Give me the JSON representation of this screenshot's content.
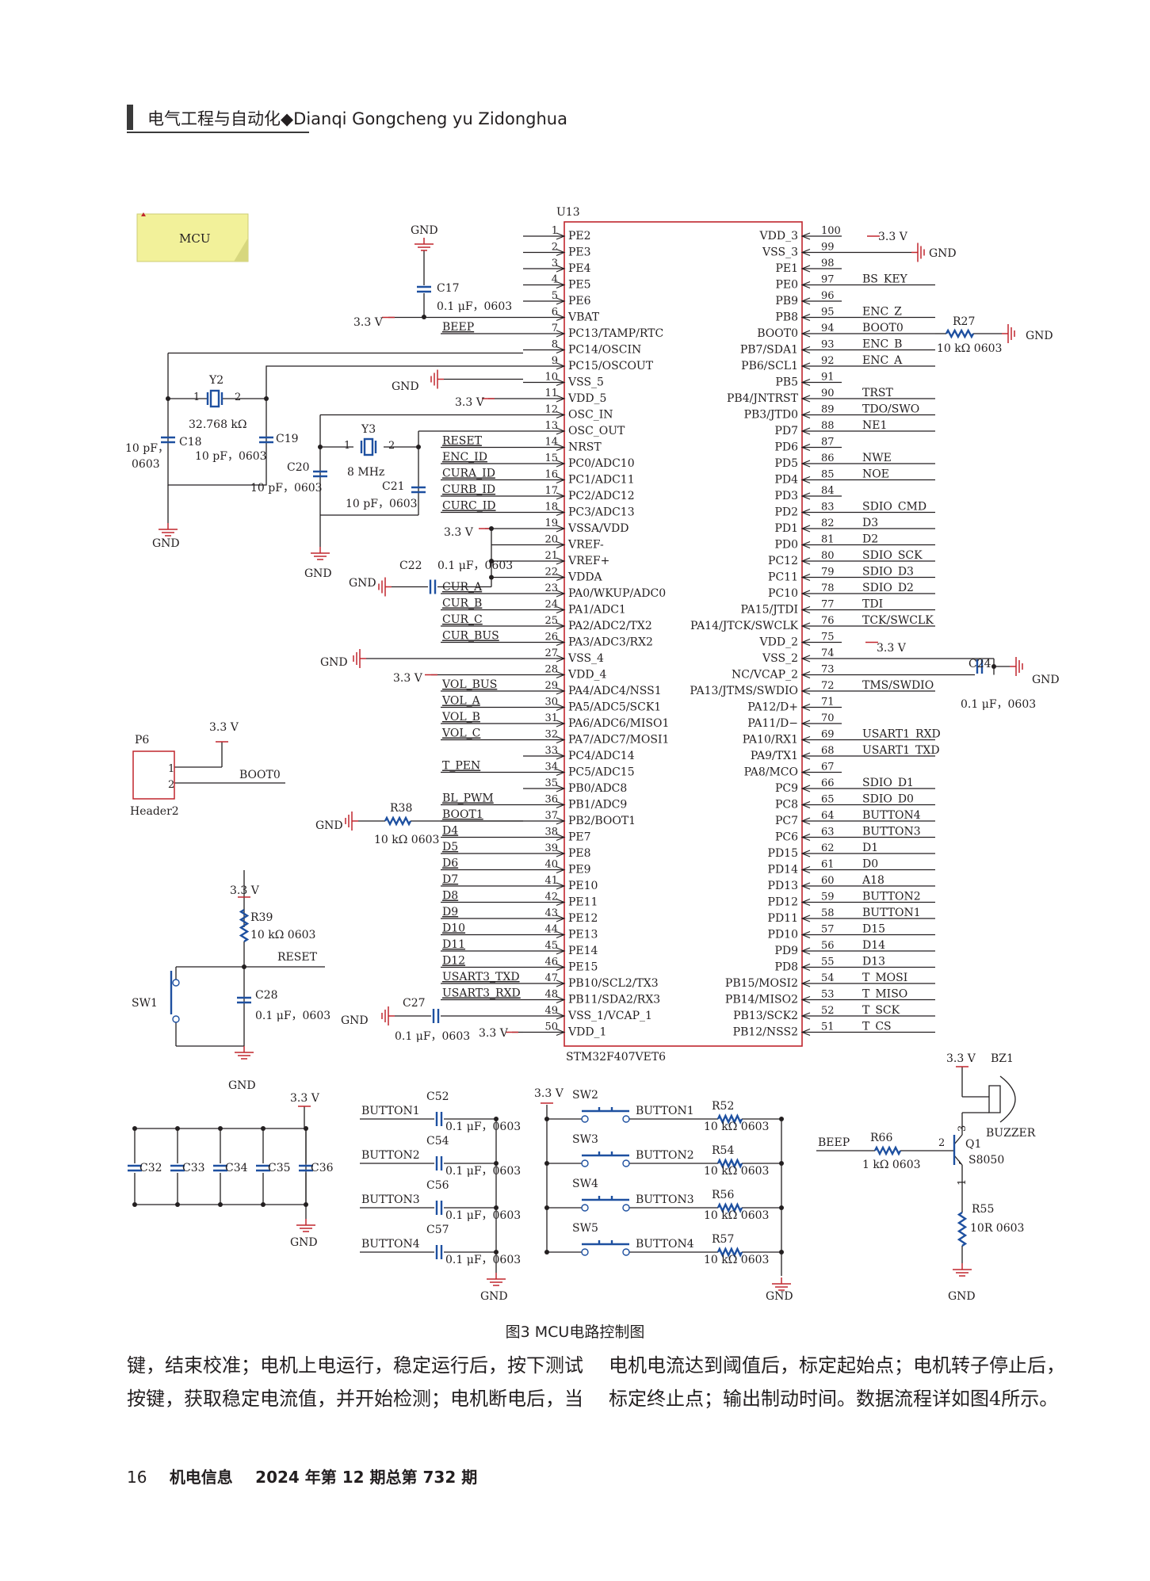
{
  "header": {
    "section": "电气工程与自动化◆Dianqi Gongcheng yu Zidonghua"
  },
  "figure": {
    "caption": "图3   MCU电路控制图",
    "note": "MCU",
    "chip": {
      "ref": "U13",
      "part": "STM32F407VET6"
    },
    "left_pins": [
      {
        "n": "1",
        "name": "PE2",
        "net": ""
      },
      {
        "n": "2",
        "name": "PE3",
        "net": ""
      },
      {
        "n": "3",
        "name": "PE4",
        "net": ""
      },
      {
        "n": "4",
        "name": "PE5",
        "net": ""
      },
      {
        "n": "5",
        "name": "PE6",
        "net": ""
      },
      {
        "n": "6",
        "name": "VBAT",
        "net": ""
      },
      {
        "n": "7",
        "name": "PC13/TAMP/RTC",
        "net": "BEEP"
      },
      {
        "n": "8",
        "name": "PC14/OSCIN",
        "net": ""
      },
      {
        "n": "9",
        "name": "PC15/OSCOUT",
        "net": ""
      },
      {
        "n": "10",
        "name": "VSS_5",
        "net": ""
      },
      {
        "n": "11",
        "name": "VDD_5",
        "net": ""
      },
      {
        "n": "12",
        "name": "OSC_IN",
        "net": ""
      },
      {
        "n": "13",
        "name": "OSC_OUT",
        "net": ""
      },
      {
        "n": "14",
        "name": "NRST",
        "net": "RESET"
      },
      {
        "n": "15",
        "name": "PC0/ADC10",
        "net": "ENC_ID"
      },
      {
        "n": "16",
        "name": "PC1/ADC11",
        "net": "CURA_ID"
      },
      {
        "n": "17",
        "name": "PC2/ADC12",
        "net": "CURB_ID"
      },
      {
        "n": "18",
        "name": "PC3/ADC13",
        "net": "CURC_ID"
      },
      {
        "n": "19",
        "name": "VSSA/VDD",
        "net": ""
      },
      {
        "n": "20",
        "name": "VREF-",
        "net": ""
      },
      {
        "n": "21",
        "name": "VREF+",
        "net": ""
      },
      {
        "n": "22",
        "name": "VDDA",
        "net": ""
      },
      {
        "n": "23",
        "name": "PA0/WKUP/ADC0",
        "net": "CUR_A"
      },
      {
        "n": "24",
        "name": "PA1/ADC1",
        "net": "CUR_B"
      },
      {
        "n": "25",
        "name": "PA2/ADC2/TX2",
        "net": "CUR_C"
      },
      {
        "n": "26",
        "name": "PA3/ADC3/RX2",
        "net": "CUR_BUS"
      },
      {
        "n": "27",
        "name": "VSS_4",
        "net": ""
      },
      {
        "n": "28",
        "name": "VDD_4",
        "net": ""
      },
      {
        "n": "29",
        "name": "PA4/ADC4/NSS1",
        "net": "VOL_BUS"
      },
      {
        "n": "30",
        "name": "PA5/ADC5/SCK1",
        "net": "VOL_A"
      },
      {
        "n": "31",
        "name": "PA6/ADC6/MISO1",
        "net": "VOL_B"
      },
      {
        "n": "32",
        "name": "PA7/ADC7/MOSI1",
        "net": "VOL_C"
      },
      {
        "n": "33",
        "name": "PC4/ADC14",
        "net": ""
      },
      {
        "n": "34",
        "name": "PC5/ADC15",
        "net": "T_PEN"
      },
      {
        "n": "35",
        "name": "PB0/ADC8",
        "net": ""
      },
      {
        "n": "36",
        "name": "PB1/ADC9",
        "net": "BL_PWM"
      },
      {
        "n": "37",
        "name": "PB2/BOOT1",
        "net": "BOOT1"
      },
      {
        "n": "38",
        "name": "PE7",
        "net": "D4"
      },
      {
        "n": "39",
        "name": "PE8",
        "net": "D5"
      },
      {
        "n": "40",
        "name": "PE9",
        "net": "D6"
      },
      {
        "n": "41",
        "name": "PE10",
        "net": "D7"
      },
      {
        "n": "42",
        "name": "PE11",
        "net": "D8"
      },
      {
        "n": "43",
        "name": "PE12",
        "net": "D9"
      },
      {
        "n": "44",
        "name": "PE13",
        "net": "D10"
      },
      {
        "n": "45",
        "name": "PE14",
        "net": "D11"
      },
      {
        "n": "46",
        "name": "PE15",
        "net": "D12"
      },
      {
        "n": "47",
        "name": "PB10/SCL2/TX3",
        "net": "USART3_TXD"
      },
      {
        "n": "48",
        "name": "PB11/SDA2/RX3",
        "net": "USART3_RXD"
      },
      {
        "n": "49",
        "name": "VSS_1/VCAP_1",
        "net": ""
      },
      {
        "n": "50",
        "name": "VDD_1",
        "net": ""
      }
    ],
    "right_pins": [
      {
        "n": "100",
        "name": "VDD_3",
        "net": ""
      },
      {
        "n": "99",
        "name": "VSS_3",
        "net": ""
      },
      {
        "n": "98",
        "name": "PE1",
        "net": ""
      },
      {
        "n": "97",
        "name": "PE0",
        "net": "BS_KEY"
      },
      {
        "n": "96",
        "name": "PB9",
        "net": ""
      },
      {
        "n": "95",
        "name": "PB8",
        "net": "ENC_Z"
      },
      {
        "n": "94",
        "name": "BOOT0",
        "net": "BOOT0"
      },
      {
        "n": "93",
        "name": "PB7/SDA1",
        "net": "ENC_B"
      },
      {
        "n": "92",
        "name": "PB6/SCL1",
        "net": "ENC_A"
      },
      {
        "n": "91",
        "name": "PB5",
        "net": ""
      },
      {
        "n": "90",
        "name": "PB4/JNTRST",
        "net": "TRST"
      },
      {
        "n": "89",
        "name": "PB3/JTD0",
        "net": "TDO/SWO"
      },
      {
        "n": "88",
        "name": "PD7",
        "net": "NE1"
      },
      {
        "n": "87",
        "name": "PD6",
        "net": ""
      },
      {
        "n": "86",
        "name": "PD5",
        "net": "NWE"
      },
      {
        "n": "85",
        "name": "PD4",
        "net": "NOE"
      },
      {
        "n": "84",
        "name": "PD3",
        "net": ""
      },
      {
        "n": "83",
        "name": "PD2",
        "net": "SDIO_CMD"
      },
      {
        "n": "82",
        "name": "PD1",
        "net": "D3"
      },
      {
        "n": "81",
        "name": "PD0",
        "net": "D2"
      },
      {
        "n": "80",
        "name": "PC12",
        "net": "SDIO_SCK"
      },
      {
        "n": "79",
        "name": "PC11",
        "net": "SDIO_D3"
      },
      {
        "n": "78",
        "name": "PC10",
        "net": "SDIO_D2"
      },
      {
        "n": "77",
        "name": "PA15/JTDI",
        "net": "TDI"
      },
      {
        "n": "76",
        "name": "PA14/JTCK/SWCLK",
        "net": "TCK/SWCLK"
      },
      {
        "n": "75",
        "name": "VDD_2",
        "net": ""
      },
      {
        "n": "74",
        "name": "VSS_2",
        "net": ""
      },
      {
        "n": "73",
        "name": "NC/VCAP_2",
        "net": ""
      },
      {
        "n": "72",
        "name": "PA13/JTMS/SWDIO",
        "net": "TMS/SWDIO"
      },
      {
        "n": "71",
        "name": "PA12/D+",
        "net": ""
      },
      {
        "n": "70",
        "name": "PA11/D−",
        "net": ""
      },
      {
        "n": "69",
        "name": "PA10/RX1",
        "net": "USART1_RXD"
      },
      {
        "n": "68",
        "name": "PA9/TX1",
        "net": "USART1_TXD"
      },
      {
        "n": "67",
        "name": "PA8/MCO",
        "net": ""
      },
      {
        "n": "66",
        "name": "PC9",
        "net": "SDIO_D1"
      },
      {
        "n": "65",
        "name": "PC8",
        "net": "SDIO_D0"
      },
      {
        "n": "64",
        "name": "PC7",
        "net": "BUTTON4"
      },
      {
        "n": "63",
        "name": "PC6",
        "net": "BUTTON3"
      },
      {
        "n": "62",
        "name": "PD15",
        "net": "D1"
      },
      {
        "n": "61",
        "name": "PD14",
        "net": "D0"
      },
      {
        "n": "60",
        "name": "PD13",
        "net": "A18"
      },
      {
        "n": "59",
        "name": "PD12",
        "net": "BUTTON2"
      },
      {
        "n": "58",
        "name": "PD11",
        "net": "BUTTON1"
      },
      {
        "n": "57",
        "name": "PD10",
        "net": "D15"
      },
      {
        "n": "56",
        "name": "PD9",
        "net": "D14"
      },
      {
        "n": "55",
        "name": "PD8",
        "net": "D13"
      },
      {
        "n": "54",
        "name": "PB15/MOSI2",
        "net": "T_MOSI"
      },
      {
        "n": "53",
        "name": "PB14/MISO2",
        "net": "T_MISO"
      },
      {
        "n": "52",
        "name": "PB13/SCK2",
        "net": "T_SCK"
      },
      {
        "n": "51",
        "name": "PB12/NSS2",
        "net": "T_CS"
      }
    ],
    "labels": {
      "gnd": "GND",
      "v33": "3.3 V",
      "cap01": "0.1 μF，0603",
      "cap01b": "0.1 μF，0603",
      "c17": "C17",
      "y2": "Y2",
      "y2val": "32.768 kΩ",
      "c18": "C18",
      "c18val1": "10 pF，",
      "c18val2": "0603",
      "c19": "C19",
      "c19val": "10 pF，0603",
      "y3": "Y3",
      "y3val": "8 MHz",
      "c20": "C20",
      "c20val": "10 pF，0603",
      "c21": "C21",
      "c21val": "10 pF，0603",
      "c22": "C22",
      "r27": "R27",
      "r27val": "10 kΩ 0603",
      "c24": "C24",
      "p6": "P6",
      "header2": "Header2",
      "boot0": "BOOT0",
      "r38": "R38",
      "r38val": "10 kΩ 0603",
      "r39": "R39",
      "r39val": "10 kΩ 0603",
      "reset": "RESET",
      "c28": "C28",
      "sw1": "SW1",
      "c27": "C27",
      "pin1": "1",
      "pin2": "2",
      "pin3": "3",
      "caps": [
        "C32",
        "C33",
        "C34",
        "C35",
        "C36"
      ],
      "c52": "C52",
      "c54": "C54",
      "c56": "C56",
      "c57": "C57",
      "button1": "BUTTON1",
      "button2": "BUTTON2",
      "button3": "BUTTON3",
      "button4": "BUTTON4",
      "sw2": "SW2",
      "sw3": "SW3",
      "sw4": "SW4",
      "sw5": "SW5",
      "r52": "R52",
      "r54": "R54",
      "r56": "R56",
      "r57": "R57",
      "bz1": "BZ1",
      "buzzer": "BUZZER",
      "q1": "Q1",
      "s8050": "S8050",
      "beep": "BEEP",
      "r66": "R66",
      "r66val": "1 kΩ 0603",
      "r55": "R55",
      "r55val": "10R 0603"
    }
  },
  "body": {
    "col1": [
      "键，结束校准；电机上电运行，稳定运行后，按下测试",
      "按键，获取稳定电流值，并开始检测；电机断电后，当"
    ],
    "col2": [
      "电机电流达到阈值后，标定起始点；电机转子停止后，",
      "标定终止点；输出制动时间。数据流程详如图4所示。"
    ]
  },
  "footer": {
    "page": "16",
    "journal": "机电信息",
    "issue": "2024 年第 12 期总第 732 期"
  }
}
